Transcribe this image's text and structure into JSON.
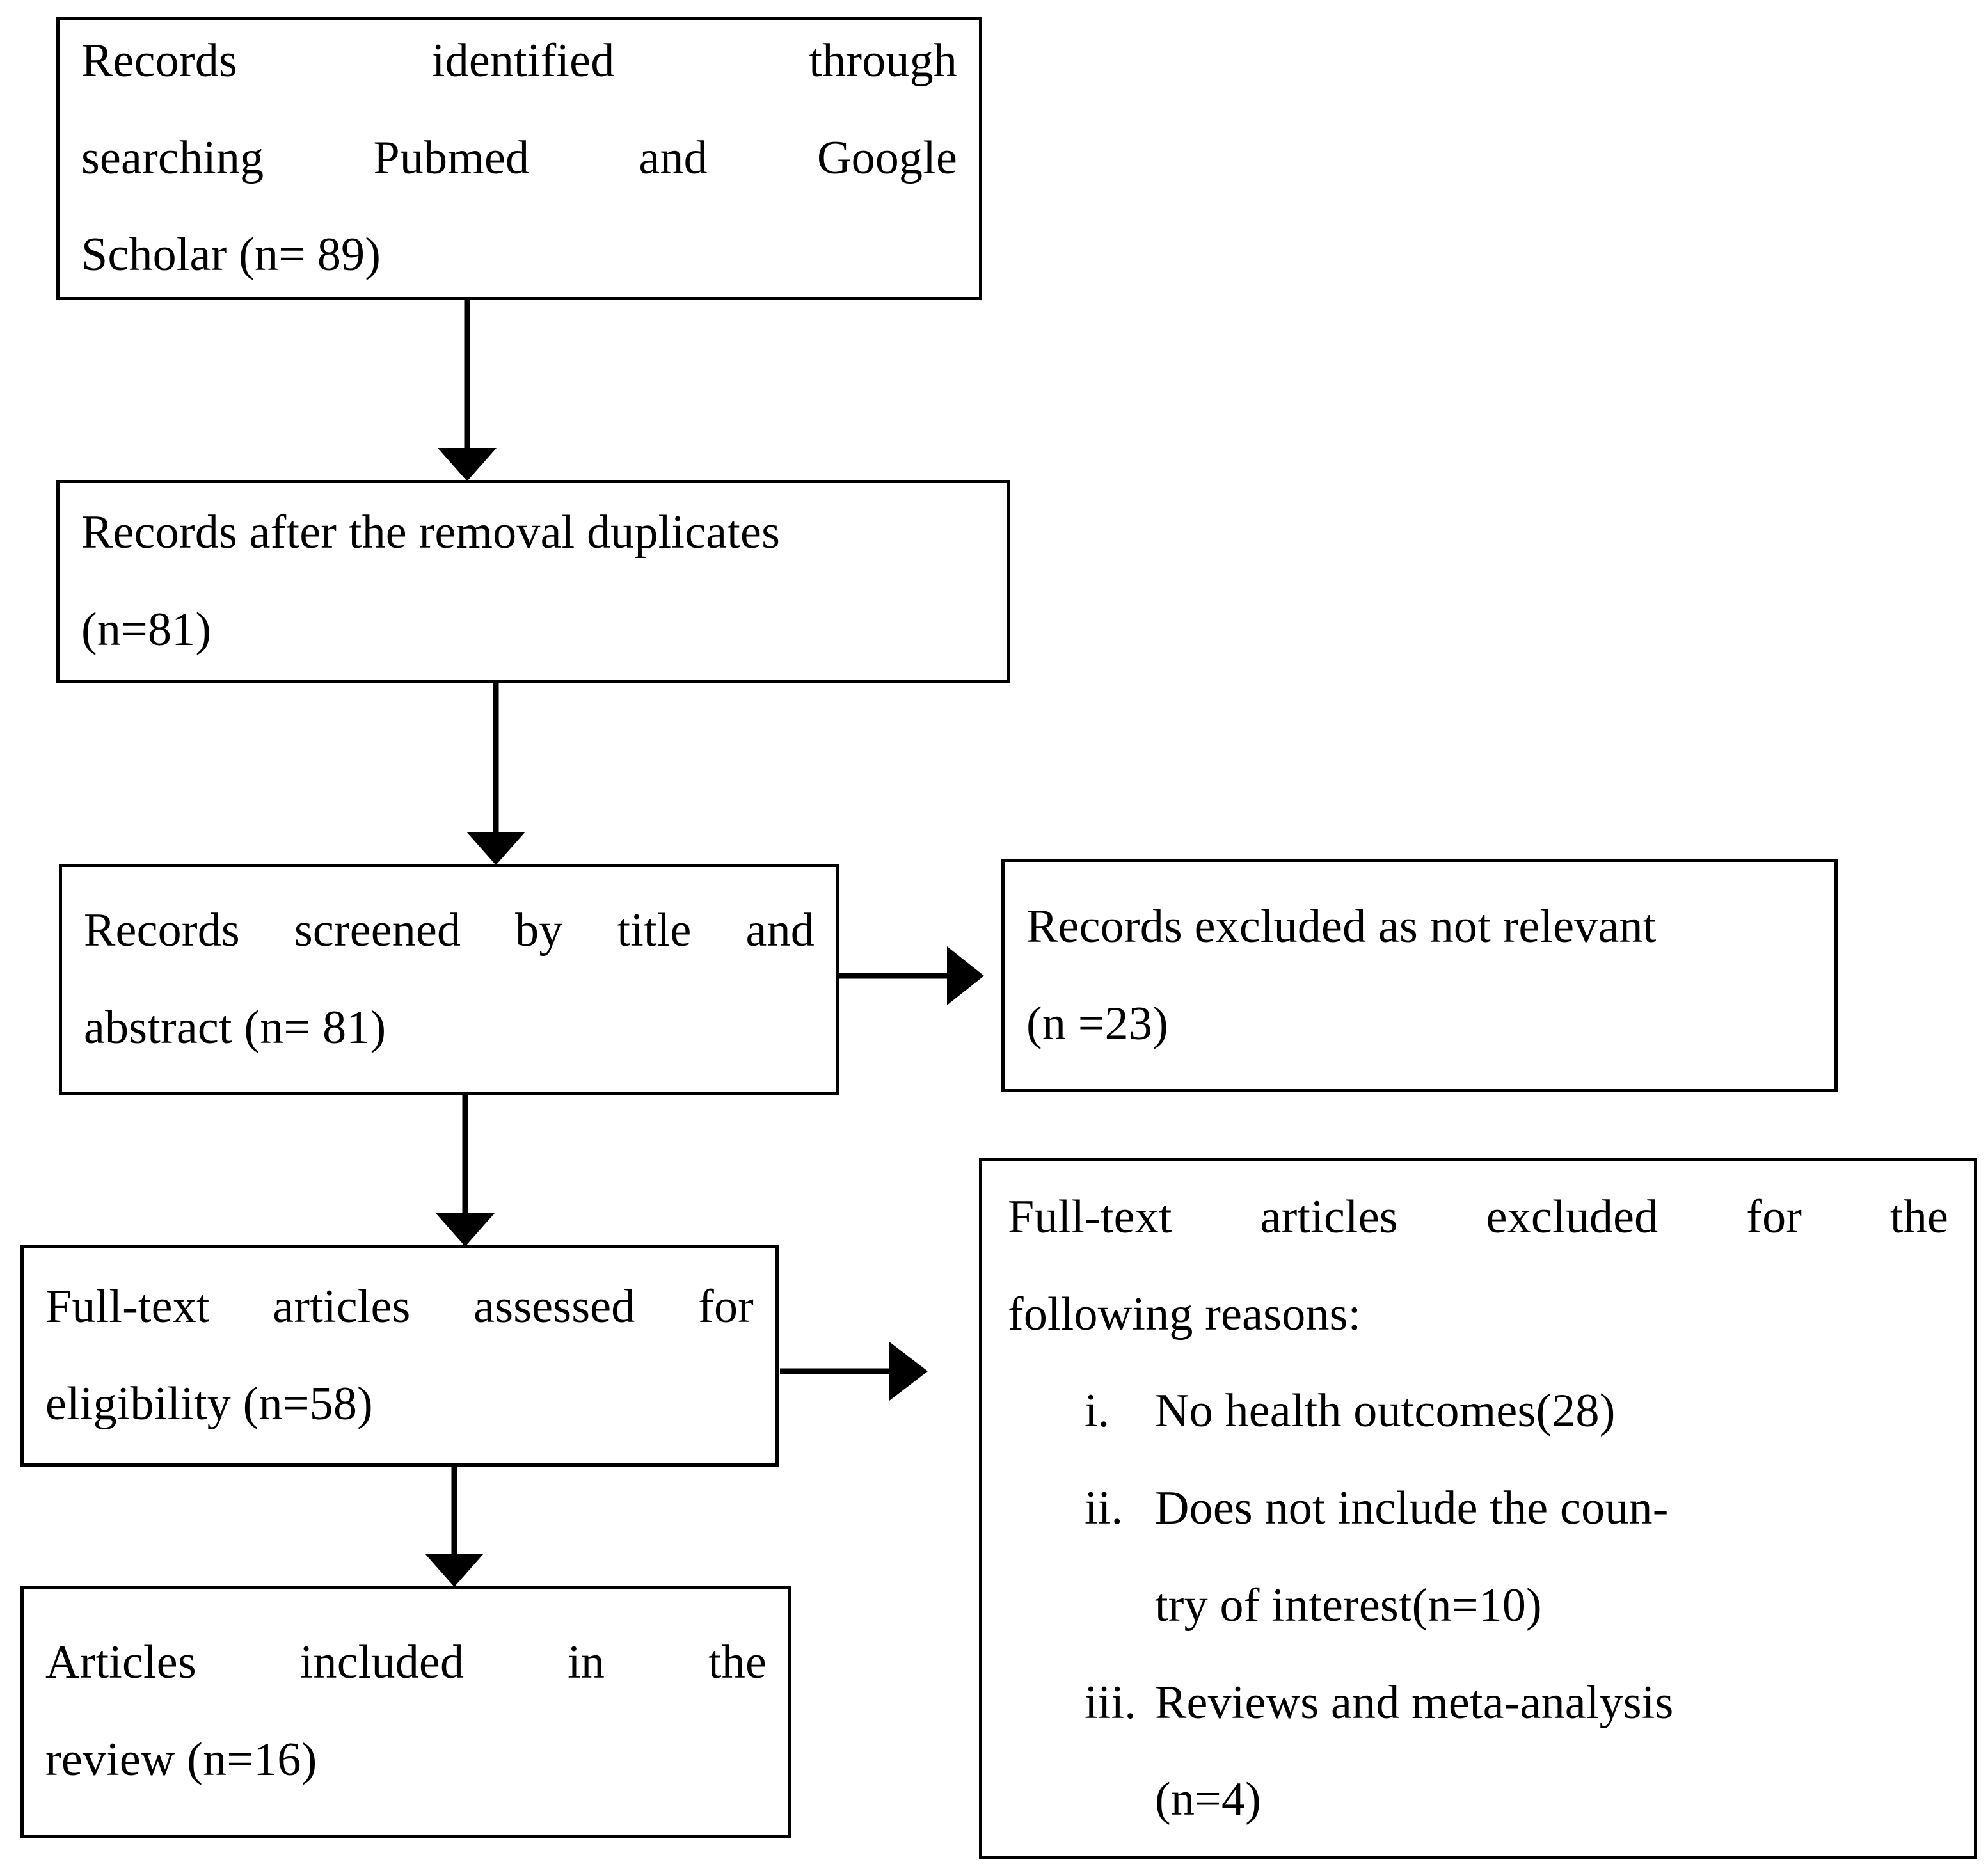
{
  "diagram": {
    "type": "prisma-flow-diagram",
    "title": "PRISMA study selection flow diagram",
    "orientation": "top-to-bottom",
    "line_color": "#000000",
    "box_fill": "#ffffff",
    "nodes": [
      {
        "id": "identified",
        "name": "records-identified",
        "lines": [
          "Records identified through",
          "searching Pubmed and Google",
          "Scholar (n= 89)"
        ],
        "count_label": "(n= 89)",
        "count": 89
      },
      {
        "id": "dedup",
        "name": "records-after-duplicates",
        "lines": [
          "Records after the removal duplicates",
          "(n=81)"
        ],
        "count_label": "(n=81)",
        "count": 81
      },
      {
        "id": "screened",
        "name": "records-screened",
        "lines": [
          "Records screened by title and",
          "abstract (n= 81)"
        ],
        "count_label": "(n= 81)",
        "count": 81
      },
      {
        "id": "excluded_not_relevant",
        "name": "records-excluded-not-relevant",
        "lines": [
          "Records excluded as not relevant",
          "(n =23)"
        ],
        "count_label": "(n =23)",
        "count": 23
      },
      {
        "id": "assessed",
        "name": "fulltext-assessed-eligibility",
        "lines": [
          "Full-text articles assessed for",
          "eligibility (n=58)"
        ],
        "count_label": "(n=58)",
        "count": 58
      },
      {
        "id": "excluded_fulltext",
        "name": "fulltext-excluded-reasons",
        "lines": [
          "Full-text articles excluded for the",
          "following reasons:"
        ],
        "reasons": [
          {
            "marker": "i.",
            "text": "No health outcomes(28)",
            "count": 28
          },
          {
            "marker": "ii.",
            "text_line_1": "Does not include the coun-",
            "text_line_2": "try of interest(n=10)",
            "text": "Does not include the coun-try of interest(n=10)",
            "count": 10
          },
          {
            "marker": "iii.",
            "text_line_1": "Reviews and meta-analysis",
            "text_line_2": "(n=4)",
            "text": "Reviews and meta-analysis (n=4)",
            "count": 4
          }
        ]
      },
      {
        "id": "included",
        "name": "articles-included",
        "lines": [
          "Articles included in the",
          "review (n=16)"
        ],
        "count_label": "(n=16)",
        "count": 16
      }
    ],
    "connectors": [
      {
        "from": "identified",
        "to": "dedup",
        "direction": "down"
      },
      {
        "from": "dedup",
        "to": "screened",
        "direction": "down"
      },
      {
        "from": "screened",
        "to": "excluded_not_relevant",
        "direction": "right"
      },
      {
        "from": "screened",
        "to": "assessed",
        "direction": "down"
      },
      {
        "from": "assessed",
        "to": "excluded_fulltext",
        "direction": "right"
      },
      {
        "from": "assessed",
        "to": "included",
        "direction": "down"
      }
    ]
  }
}
